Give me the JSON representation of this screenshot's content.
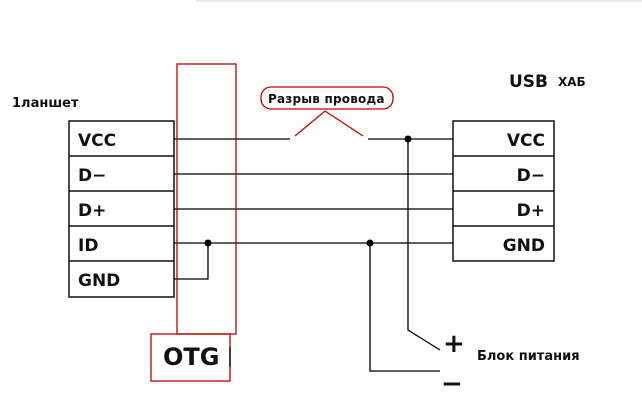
{
  "tablet": {
    "title": "1ланшет",
    "pins": [
      "VCC",
      "D−",
      "D+",
      "ID",
      "GND"
    ]
  },
  "hub": {
    "title_usb": "USB",
    "title_hub": "ХАБ",
    "pins": [
      "VCC",
      "D−",
      "D+",
      "GND"
    ]
  },
  "wire_break": {
    "label": "Разрыв провода"
  },
  "otg": {
    "label": "OTG"
  },
  "power": {
    "label": "Блок питания",
    "plus": "+",
    "minus": "−"
  },
  "colors": {
    "wire": "#000000",
    "highlight": "#c00000"
  }
}
